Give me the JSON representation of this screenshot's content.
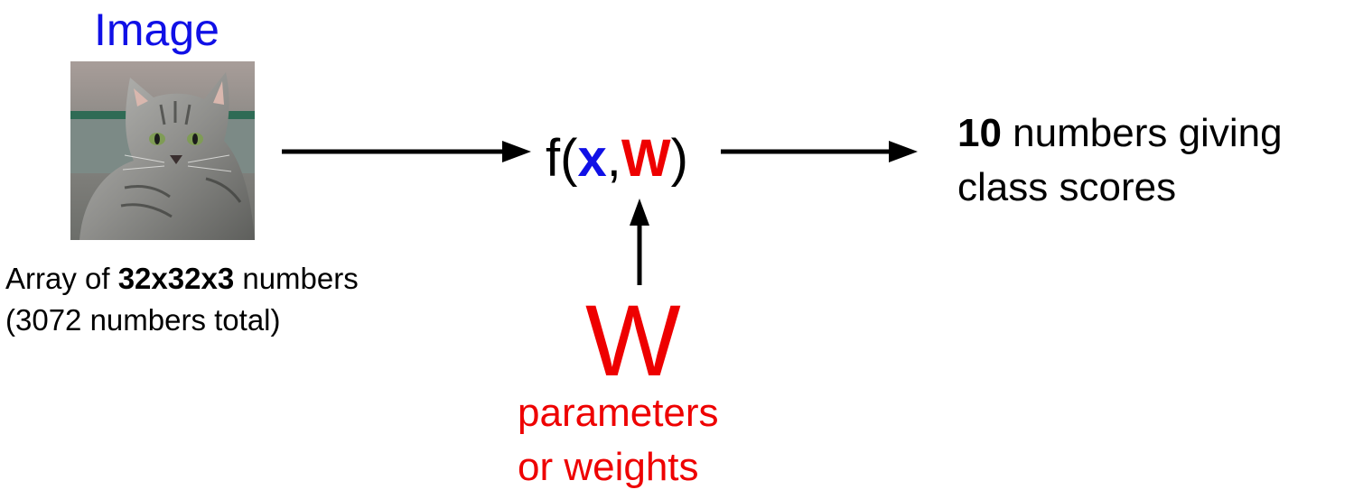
{
  "image_block": {
    "title": "Image",
    "description_prefix": "Array of ",
    "description_bold": "32x32x3",
    "description_suffix": " numbers",
    "description_line2": "(3072 numbers total)"
  },
  "function": {
    "prefix": "f(",
    "x": "x",
    "comma": ",",
    "w": "W",
    "suffix": ")"
  },
  "output": {
    "bold": "10",
    "line1_rest": " numbers giving",
    "line2": "class scores"
  },
  "weights": {
    "symbol": "W",
    "line1": "parameters",
    "line2": "or weights"
  },
  "colors": {
    "blue": "#1010e6",
    "red": "#ee0000",
    "arrow": "#000000"
  }
}
